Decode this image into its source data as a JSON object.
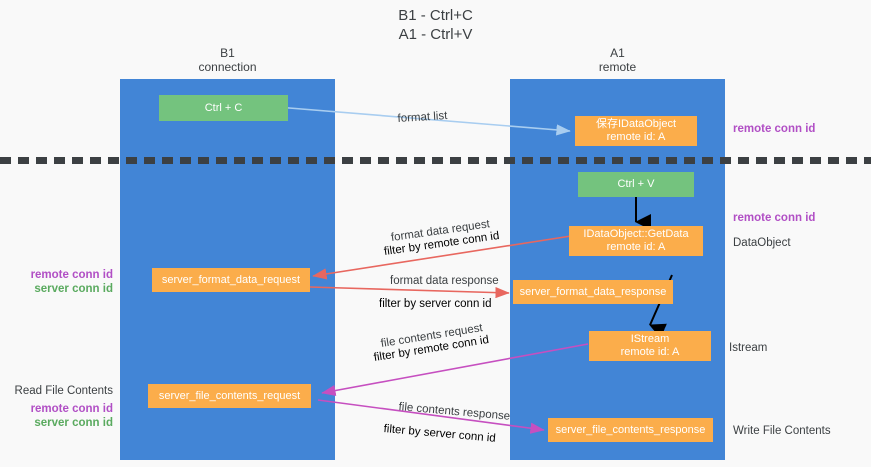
{
  "title": {
    "line1": "B1 - Ctrl+C",
    "line2": "A1 - Ctrl+V"
  },
  "columns": {
    "left": {
      "name": "B1",
      "role": "connection"
    },
    "right": {
      "name": "A1",
      "role": "remote"
    }
  },
  "colors": {
    "lane": "#4285d6",
    "action_box": "#74c37e",
    "object_box": "#fbad4b",
    "remote_conn_id": "#b14fc5",
    "server_conn_id": "#5aaa5f",
    "arrow_format_list": "#a8cdf0",
    "arrow_format_data": "#e8675f",
    "arrow_file_contents": "#c64fc0",
    "arrow_internal": "#000000",
    "divider": "#3c4043",
    "background": "#f9f9f9"
  },
  "boxes": {
    "ctrl_c": {
      "l1": "Ctrl + C",
      "l2": ""
    },
    "save_dataobject": {
      "l1": "保存IDataObject",
      "l2": "remote id: A"
    },
    "ctrl_v": {
      "l1": "Ctrl + V",
      "l2": ""
    },
    "getdata": {
      "l1": "IDataObject::GetData",
      "l2": "remote id: A"
    },
    "server_format_data_request": {
      "l1": "server_format_data_request",
      "l2": ""
    },
    "server_format_data_response": {
      "l1": "server_format_data_response",
      "l2": ""
    },
    "istream": {
      "l1": "IStream",
      "l2": "remote id: A"
    },
    "server_file_contents_request": {
      "l1": "server_file_contents_request",
      "l2": ""
    },
    "server_file_contents_response": {
      "l1": "server_file_contents_response",
      "l2": ""
    }
  },
  "edges": {
    "format_list": {
      "label": "format list"
    },
    "format_data_request": {
      "label": "format data request",
      "filter_prefix": "filter by ",
      "filter_key": "remote conn id"
    },
    "format_data_response": {
      "label": "format data response",
      "filter_prefix": "filter by ",
      "filter_key": "server conn id"
    },
    "file_contents_request": {
      "label": "file contents request",
      "filter_prefix": "filter by ",
      "filter_key": "remote conn id"
    },
    "file_contents_response": {
      "label": "file contents response",
      "filter_prefix": "filter by ",
      "filter_key": "server conn id"
    }
  },
  "side_labels": {
    "right_top_remote_conn_id": "remote conn id",
    "right_mid_remote_conn_id": "remote conn id",
    "dataobject": "DataObject",
    "istream": "Istream",
    "write_file_contents": "Write File Contents",
    "left_remote_conn_id": "remote conn id",
    "left_server_conn_id": "server conn id",
    "read_file_contents": "Read File Contents",
    "left_bottom_remote_conn_id": "remote conn id",
    "left_bottom_server_conn_id": "server conn id"
  }
}
